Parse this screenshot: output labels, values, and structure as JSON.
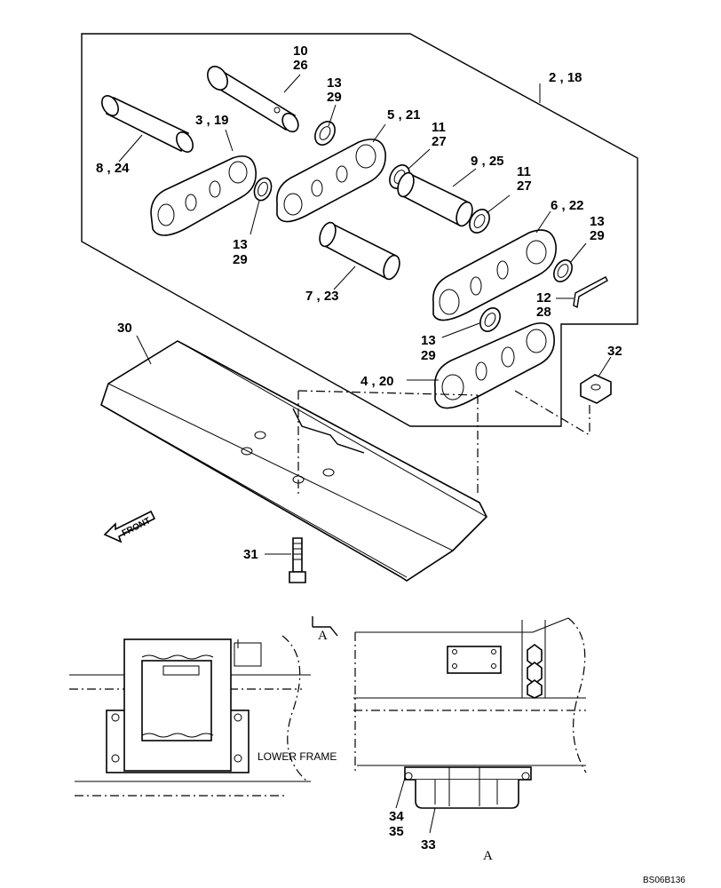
{
  "labels": {
    "p2_18": "2 , 18",
    "p3_19": "3 , 19",
    "p4_20": "4 , 20",
    "p5_21": "5 , 21",
    "p6_22": "6 , 22",
    "p7_23": "7 , 23",
    "p8_24": "8 , 24",
    "p9_25": "9 , 25",
    "p10": "10",
    "p26": "26",
    "p11a": "11",
    "p27a": "27",
    "p11b": "11",
    "p27b": "27",
    "p12": "12",
    "p28": "28",
    "p13a": "13",
    "p29a": "29",
    "p13b": "13",
    "p29b": "29",
    "p13c": "13",
    "p29c": "29",
    "p13d": "13",
    "p29d": "29",
    "p30": "30",
    "p31": "31",
    "p32": "32",
    "p33": "33",
    "p34": "34",
    "p35": "35"
  },
  "annotations": {
    "front_arrow": "FRONT",
    "lower_frame": "LOWER FRAME",
    "view_ref": "A",
    "view_a_caption": "A",
    "drawing_code": "BS06B136"
  }
}
